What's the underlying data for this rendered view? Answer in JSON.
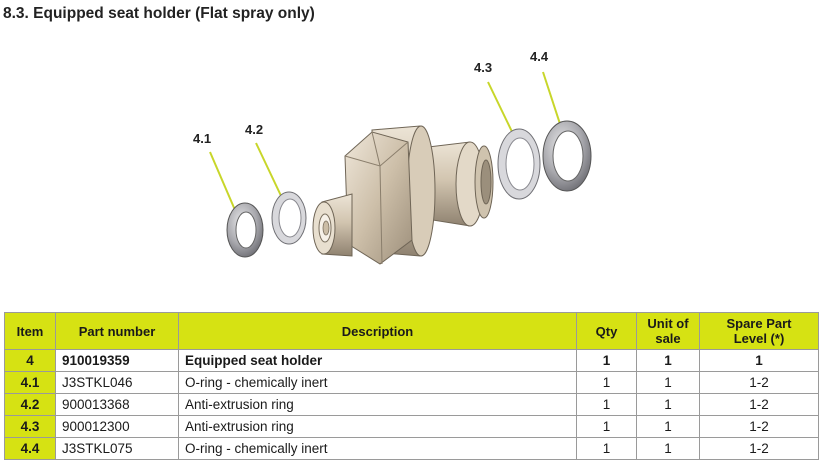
{
  "title": "8.3. Equipped seat holder (Flat spray only)",
  "callouts": [
    "4.1",
    "4.2",
    "4.3",
    "4.4"
  ],
  "table": {
    "headers": {
      "item": "Item",
      "part_number": "Part number",
      "description": "Description",
      "qty": "Qty",
      "unit_line1": "Unit of",
      "unit_line2": "sale",
      "spare_line1": "Spare Part",
      "spare_line2": "Level (*)"
    },
    "rows": [
      {
        "item": "4",
        "part_number": "910019359",
        "description": "Equipped seat holder",
        "qty": "1",
        "unit": "1",
        "level": "1"
      },
      {
        "item": "4.1",
        "part_number": "J3STKL046",
        "description": "O-ring - chemically inert",
        "qty": "1",
        "unit": "1",
        "level": "1-2"
      },
      {
        "item": "4.2",
        "part_number": "900013368",
        "description": "Anti-extrusion ring",
        "qty": "1",
        "unit": "1",
        "level": "1-2"
      },
      {
        "item": "4.3",
        "part_number": "900012300",
        "description": "Anti-extrusion ring",
        "qty": "1",
        "unit": "1",
        "level": "1-2"
      },
      {
        "item": "4.4",
        "part_number": "J3STKL075",
        "description": "O-ring - chemically inert",
        "qty": "1",
        "unit": "1",
        "level": "1-2"
      }
    ]
  },
  "colors": {
    "header_bg": "#d6e213",
    "leader_line": "#c8d62a",
    "metal": "#c9bca8"
  }
}
